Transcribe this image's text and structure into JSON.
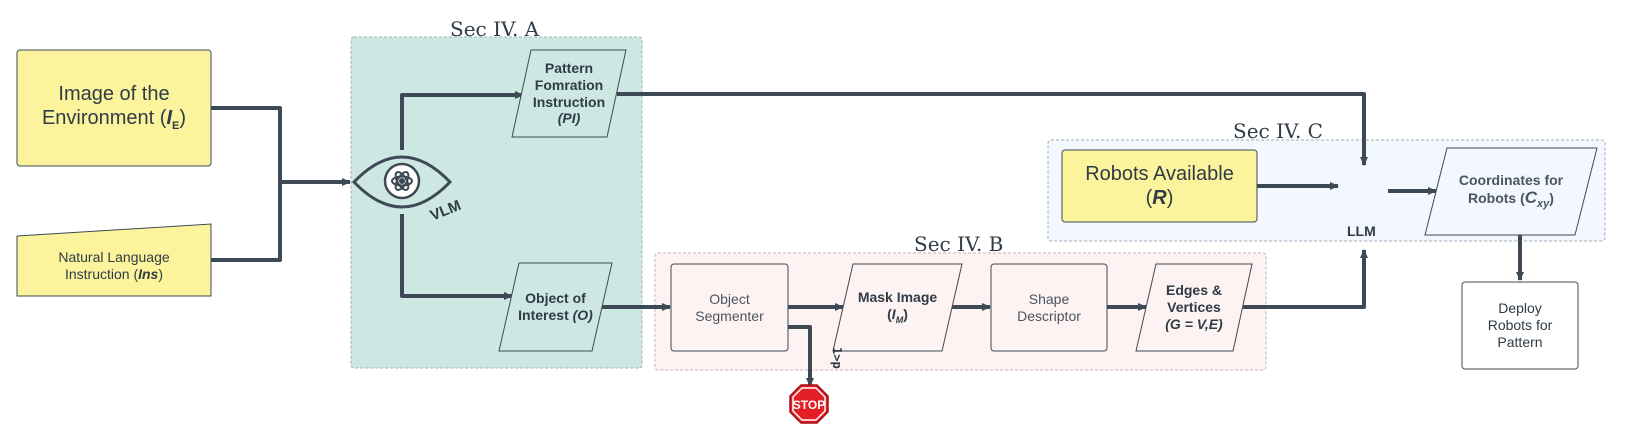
{
  "sections": {
    "a": "Sec IV. A",
    "b": "Sec IV. B",
    "c": "Sec IV. C"
  },
  "inputs": {
    "image_env": {
      "line1": "Image of the",
      "line2": "Environment (",
      "var": "I",
      "sub": "E",
      "close": ")"
    },
    "nl_instruction": {
      "line1": "Natural Language",
      "line2": "Instruction (",
      "var": "Ins",
      "close": ")"
    }
  },
  "vlm": {
    "label": "VLM",
    "icon": "openai-logo-icon"
  },
  "llm": {
    "label": "LLM"
  },
  "pattern_instruction": {
    "line1": "Pattern",
    "line2": "Fomration",
    "line3": "Instruction",
    "var": "(PI)"
  },
  "object_of_interest": {
    "line1": "Object of",
    "line2": "Interest ",
    "var": "(O)"
  },
  "object_segmenter": {
    "line1": "Object",
    "line2": "Segmenter"
  },
  "mask_image": {
    "line1": "Mask Image",
    "line2": "(",
    "var": "I",
    "sub": "M",
    "close": ")"
  },
  "shape_descriptor": {
    "line1": "Shape",
    "line2": "Descriptor"
  },
  "edges_vertices": {
    "line1": "Edges &",
    "line2": "Vertices",
    "var": "(G = V,E)"
  },
  "robots_available": {
    "line1": "Robots Available",
    "line2": "(",
    "var": "R",
    "close": ")"
  },
  "coordinates": {
    "line1": "Coordinates for",
    "line2": "Robots (",
    "var": "C",
    "sub": "xy",
    "close": ")"
  },
  "deploy": {
    "line1": "Deploy",
    "line2": "Robots for",
    "line3": "Pattern"
  },
  "stop_sign": {
    "label": "STOP",
    "condition": "1>p"
  },
  "colors": {
    "yellow_box": "#fbf49d",
    "sec_a_fill": "#cde8e3",
    "sec_b_fill": "#fdf3f3",
    "sec_c_fill": "#f2f8fd",
    "stroke": "#2f3b45",
    "stop_red": "#e31e24"
  }
}
